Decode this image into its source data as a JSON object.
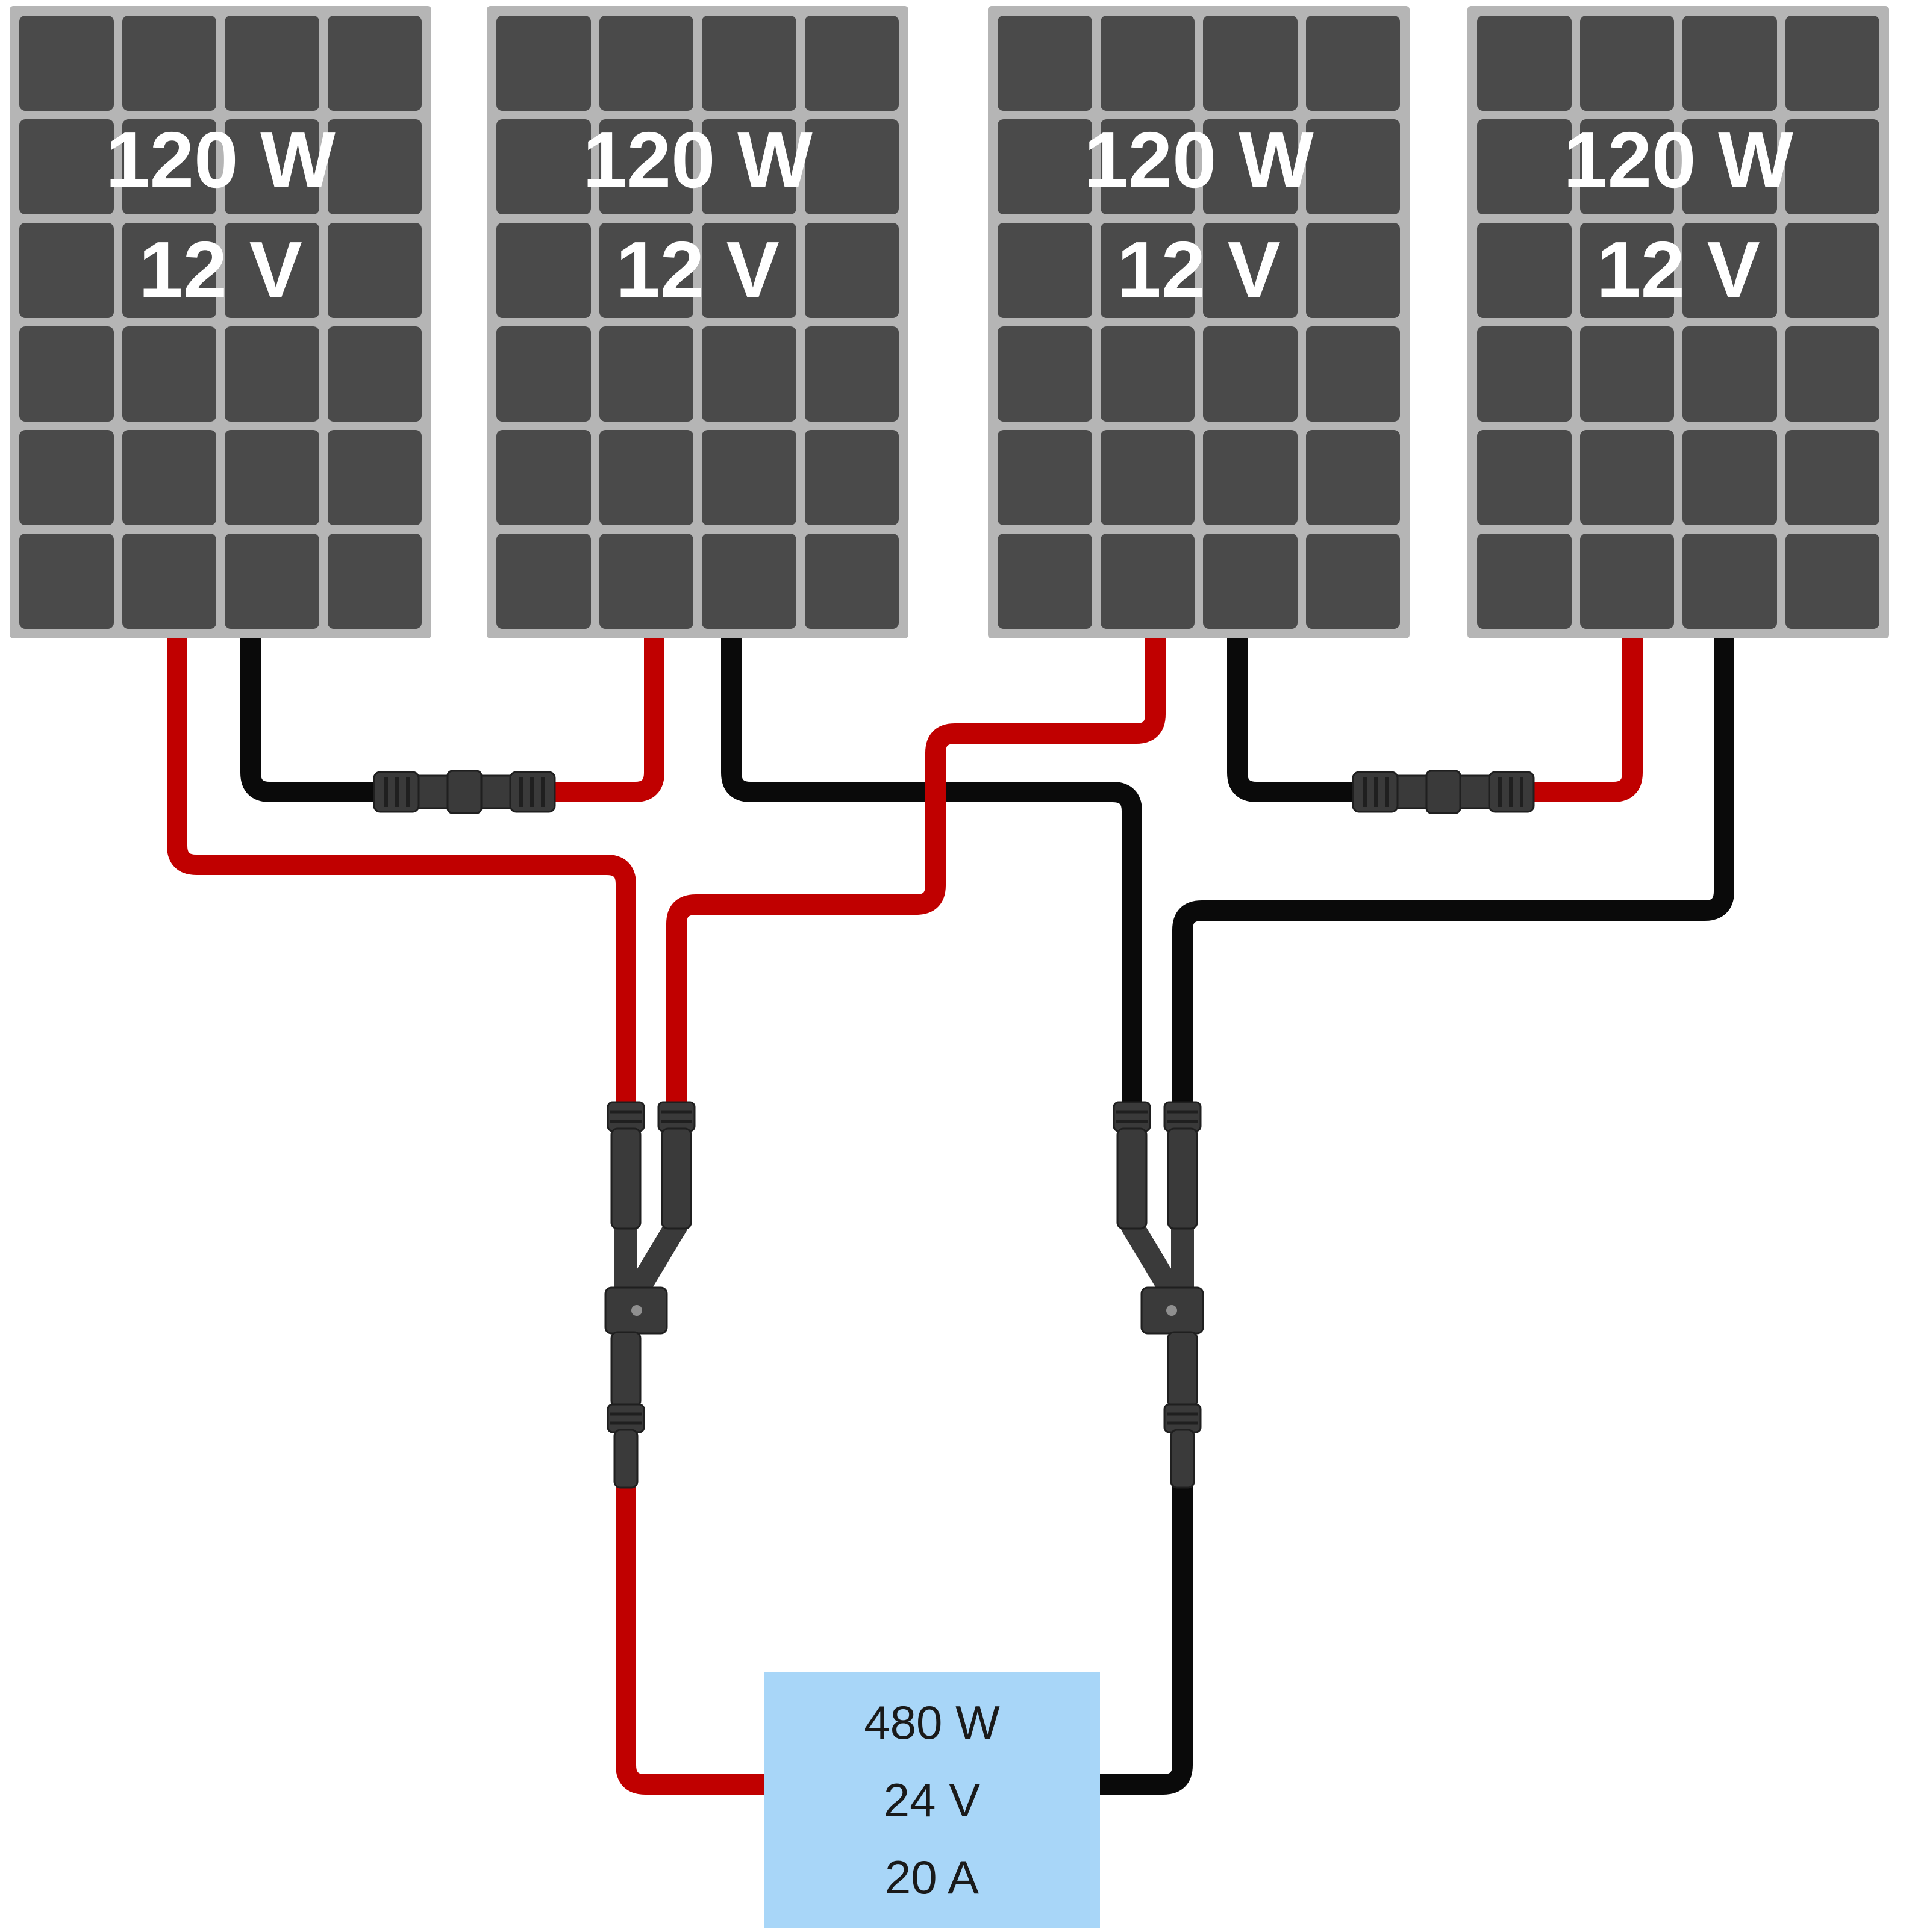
{
  "diagram": {
    "title": "solar-array-series-parallel-wiring",
    "panels": [
      {
        "power": "120 W",
        "voltage": "12 V"
      },
      {
        "power": "120 W",
        "voltage": "12 V"
      },
      {
        "power": "120 W",
        "voltage": "12 V"
      },
      {
        "power": "120 W",
        "voltage": "12 V"
      }
    ],
    "controller": {
      "power": "480 W",
      "voltage": "24 V",
      "current": "20 A"
    },
    "colors": {
      "background": "#ffffff",
      "panel_frame": "#b5b5b5",
      "panel_cell": "#4a4a4a",
      "panel_label_text": "#ffffff",
      "wire_positive": "#c00000",
      "wire_negative": "#0a0a0a",
      "connector_body": "#3a3a3a",
      "controller_fill": "#a8d6f8",
      "controller_text": "#1a1a1a"
    }
  }
}
